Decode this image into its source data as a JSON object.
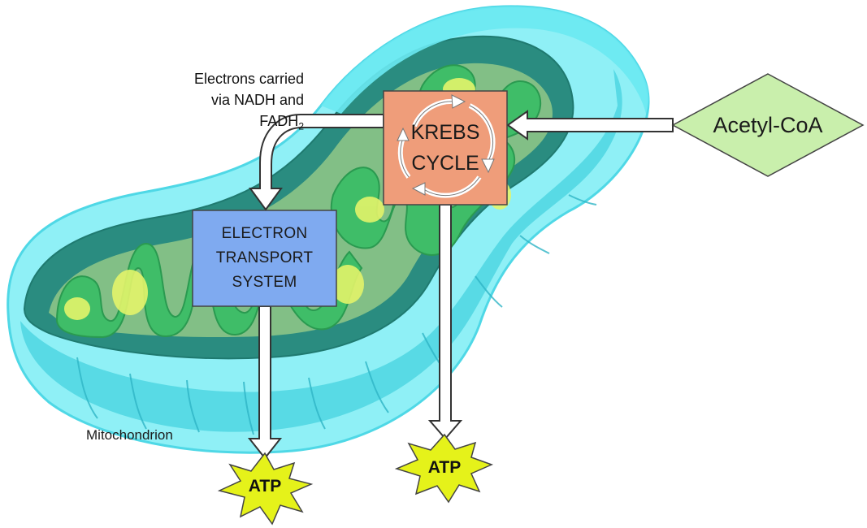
{
  "diagram": {
    "electrons_note": {
      "line1": "Electrons carried",
      "line2": "via NADH and",
      "line3_main": "FADH",
      "line3_sub": "2"
    },
    "krebs": {
      "line1": "KREBS",
      "line2": "CYCLE"
    },
    "ets": {
      "line1": "ELECTRON",
      "line2": "TRANSPORT",
      "line3": "SYSTEM"
    },
    "acetyl": "Acetyl-CoA",
    "atp_left": "ATP",
    "atp_right": "ATP",
    "mitochondrion_label": "Mitochondrion"
  },
  "colors": {
    "outer_membrane": "#5fe3ef",
    "outer_shell": "#3fc9d8",
    "inner_space": "#2b8f84",
    "cristae": "#3dbd66",
    "matrix_highlight": "#d9f07a",
    "krebs_box": "#ef9d7a",
    "ets_box": "#7faaf0",
    "acetyl_diamond": "#c9efac",
    "atp_star": "#e5f21a"
  }
}
